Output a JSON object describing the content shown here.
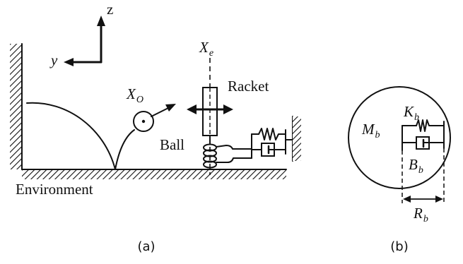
{
  "panel_a": {
    "axis_z": "z",
    "axis_y": "y",
    "xe_main": "X",
    "xe_sub": "e",
    "racket": "Racket",
    "xo_main": "X",
    "xo_sub": "O",
    "ball": "Ball",
    "environment": "Environment",
    "caption": "(a)"
  },
  "panel_b": {
    "kb_main": "K",
    "kb_sub": "b",
    "mb_main": "M",
    "mb_sub": "b",
    "bb_main": "B",
    "bb_sub": "b",
    "rb_main": "R",
    "rb_sub": "b",
    "caption": "(b)"
  },
  "colors": {
    "ink": "#111111",
    "background": "#ffffff"
  }
}
